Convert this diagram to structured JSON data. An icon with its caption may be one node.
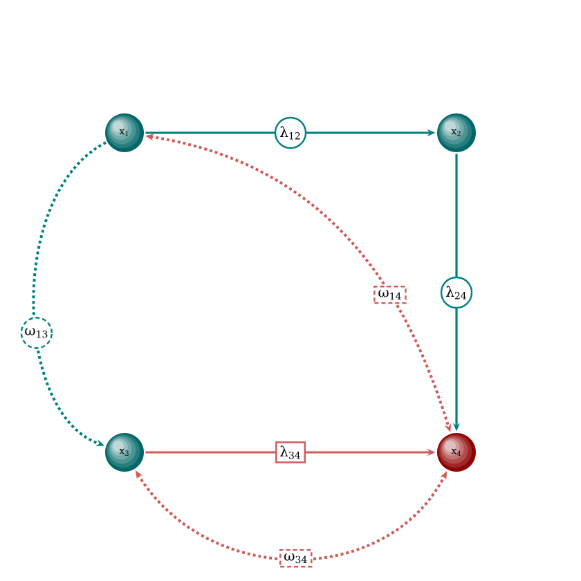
{
  "diagram": {
    "nodes": [
      {
        "text": [
          "x$_{1}$"
        ]
      },
      {
        "text": [
          "x$_{2}$"
        ]
      },
      {
        "text": [
          "x$_{3}$"
        ]
      },
      {
        "text": [
          "x$_{4}$"
        ]
      }
    ],
    "edges": [
      {
        "from": 0,
        "to": 1,
        "arrow": "to",
        "label": "λ$_{12}$",
        "color": "#008080"
      },
      {
        "from": 1,
        "to": 3,
        "arrow": "to",
        "label": "λ$_{24}$",
        "color": "#008080"
      },
      {
        "from": 2,
        "to": 3,
        "arrow": "to",
        "label": "λ$_{34}$",
        "color": "#d05a58"
      },
      {
        "from": 0,
        "to": 2,
        "arrow": "to",
        "label": "ω$_{13}$",
        "style": "dashed",
        "color": "#008080"
      },
      {
        "from": 0,
        "to": 3,
        "arrow": "both",
        "label": "ω$_{14}$",
        "style": "dashed",
        "color": "#d05a58"
      },
      {
        "from": 2,
        "to": 3,
        "arrow": "both",
        "label": "ω$_{34}$",
        "style": "dashed",
        "color": "#d05a58"
      }
    ]
  }
}
